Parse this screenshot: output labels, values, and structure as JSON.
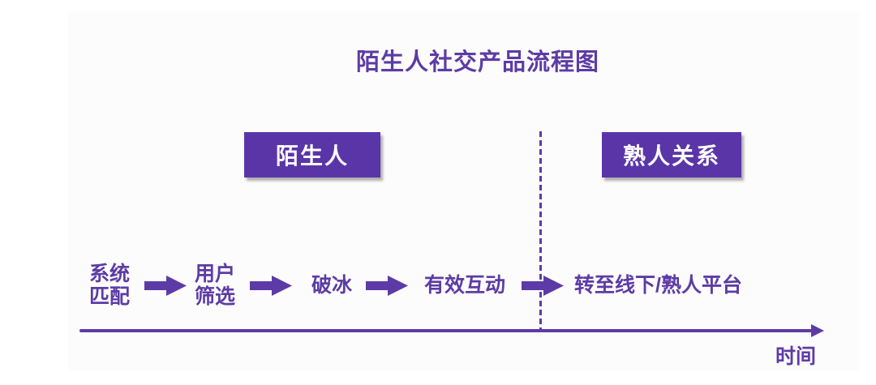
{
  "title": "陌生人社交产品流程图",
  "stages": [
    {
      "label": "陌生人"
    },
    {
      "label": "熟人关系"
    }
  ],
  "flow": {
    "steps": [
      {
        "label": "系统\n匹配"
      },
      {
        "label": "用户\n筛选"
      },
      {
        "label": "破冰"
      },
      {
        "label": "有效互动"
      },
      {
        "label": "转至线下/熟人平台"
      }
    ]
  },
  "axis": {
    "label": "时间"
  },
  "icons": {
    "flow_arrow": "block-arrow-right",
    "axis_arrow": "arrowhead-right"
  },
  "colors": {
    "accent": "#5d3ba6",
    "stage_box_fill": "#5a35a8",
    "stage_box_text": "#ffffff",
    "panel_background": "#fcfcfc",
    "page_background": "#ffffff"
  }
}
